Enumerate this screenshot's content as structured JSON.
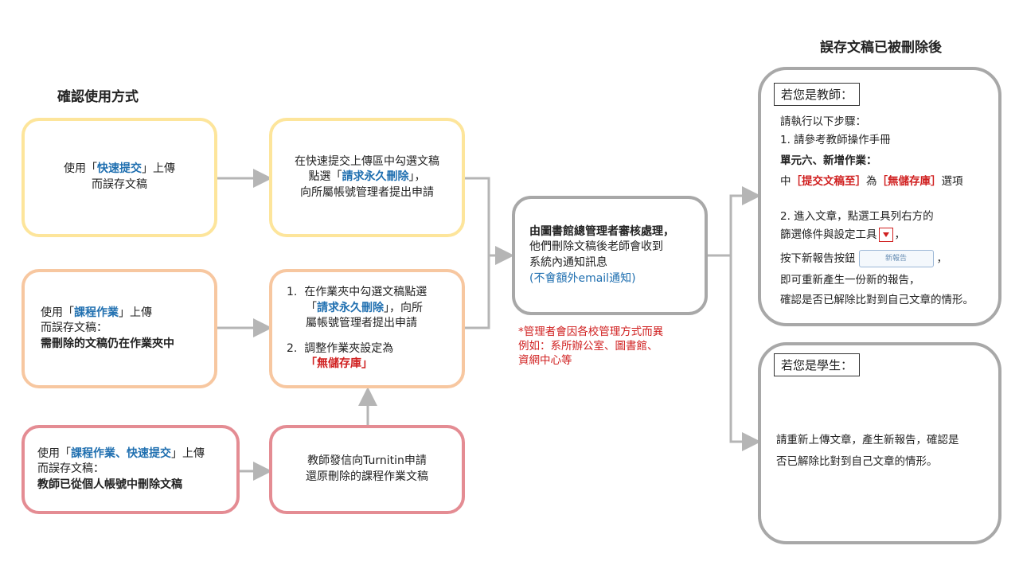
{
  "titles": {
    "left": "確認使用方式",
    "right": "誤存文稿已被刪除後"
  },
  "row1": {
    "box1": {
      "pre": "使用",
      "q1": "「",
      "kw": "快速提交",
      "q2": "」",
      "post": "上傳",
      "line2": "而誤存文稿"
    },
    "box2": {
      "line1": "在快速提交上傳區中勾選文稿",
      "pre": "點選",
      "q1": "「",
      "kw": "請求永久刪除",
      "q2": "」",
      "post": "，",
      "line3": "向所屬帳號管理者提出申請"
    }
  },
  "row2": {
    "box1": {
      "pre": "使用",
      "q1": "「",
      "kw": "課程作業",
      "q2": "」",
      "post": "上傳",
      "line2": "而誤存文稿：",
      "line3": "需刪除的文稿仍在作業夾中"
    },
    "box2": {
      "num1": "1.",
      "s1a": "在作業夾中勾選文稿點選",
      "s1q1": "「",
      "s1kw": "請求永久刪除",
      "s1q2": "」",
      "s1post": "，向所",
      "s1c": "屬帳號管理者提出申請",
      "num2": "2.",
      "s2a": "調整作業夾設定為",
      "s2kw": "「無儲存庫」"
    }
  },
  "row3": {
    "box1": {
      "pre": "使用",
      "q1": "「",
      "kw": "課程作業、快速提交",
      "q2": "」",
      "post": "上傳",
      "line2": "而誤存文稿：",
      "line3": "教師已從個人帳號中刪除文稿"
    },
    "box2": {
      "line1": "教師發信向Turnitin申請",
      "line2": "還原刪除的課程作業文稿"
    }
  },
  "center_box": {
    "line1": "由圖書館總管理者審核處理，",
    "line2": "他們刪除文稿後老師會收到",
    "line3": "系統內通知訊息",
    "line4": "(不會額外email通知)"
  },
  "note": {
    "line1": "*管理者會因各校管理方式而異",
    "line2": "例如：系所辦公室、圖書館、",
    "line3": "資網中心等"
  },
  "teacher_panel": {
    "label": "若您是教師：",
    "intro": "請執行以下步驟：",
    "step1": "1. 請參考教師操作手冊",
    "unit": "單元六、新增作業：",
    "mid_pre": "中",
    "kw1": "［提交文稿至］",
    "mid_mid": "為",
    "kw2": "［無儲存庫］",
    "mid_post": "選項",
    "step2a": "2. 進入文章，點選工具列右方的",
    "step2b": "篩選條件與設定工具",
    "comma1": "，",
    "step2c": "按下新報告按鈕",
    "btn_label": "新報告",
    "comma2": "，",
    "step2d": "即可重新產生一份新的報告，",
    "step2e": "確認是否已解除比對到自己文章的情形。"
  },
  "student_panel": {
    "label": "若您是學生：",
    "line1": "請重新上傳文章，產生新報告，確認是",
    "line2": "否已解除比對到自己文章的情形。"
  },
  "colors": {
    "yellow_border": "#fde59b",
    "orange_border": "#f7c7a0",
    "red_border": "#e48c93",
    "gray_border": "#a8a8a8",
    "keyword_blue": "#1f6fb0",
    "keyword_red": "#d02020"
  }
}
